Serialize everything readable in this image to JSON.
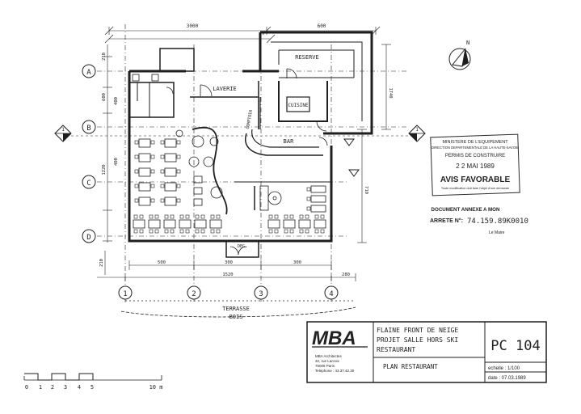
{
  "plan": {
    "dimensions_top": [
      "3000",
      "600"
    ],
    "dimensions_right": [
      "1740",
      "710"
    ],
    "dimensions_left": [
      "210",
      "600",
      "400",
      "1220",
      "400"
    ],
    "dimensions_bottom": [
      "500",
      "300",
      "300",
      "1520",
      "280",
      "210"
    ],
    "grid_rows": [
      "A",
      "B",
      "C",
      "D"
    ],
    "grid_cols": [
      "1",
      "2",
      "3",
      "4"
    ],
    "rooms": {
      "reserve": "RESERVE",
      "laverie": "LAVERIE",
      "cuisine": "CUISINE",
      "comptoir": "COMPTOIR",
      "bar": "BAR",
      "degagement": "DEG.",
      "terrasse_line1": "TERRASSE",
      "terrasse_line2": "BOIS"
    },
    "section_marker": "1",
    "north_label": "N",
    "scale_bar": {
      "ticks": [
        "0",
        "1",
        "2",
        "3",
        "4",
        "5"
      ],
      "end_label": "10 m"
    }
  },
  "stamp": {
    "line1": "MINISTERE DE L'EQUIPEMENT",
    "line2": "DIRECTION DEPARTEMENTALE DE LA HAUTE-SAVOIE",
    "line3": "PERMIS DE CONSTRUIRE",
    "date": "2 2 MAI 1989",
    "avis": "AVIS FAVORABLE",
    "note": "Toute modification doit faire l'objet d'une demande",
    "doc_annexe": "DOCUMENT ANNEXE A MON",
    "arrete_label": "ARRETE N°:",
    "arrete_number": "74.159.89K0010",
    "signature": "Le Maire"
  },
  "title_block": {
    "logo": "MBA",
    "firm_name": "MBA Architectes",
    "firm_street": "32, rue Lacroix",
    "firm_city": "75008 Paris",
    "firm_phone": "Telephone : 43.37.42.30",
    "project_line1": "FLAINE FRONT DE NEIGE",
    "project_line2": "PROJET SALLE HORS SKI",
    "project_line3": "RESTAURANT",
    "drawing_title": "PLAN RESTAURANT",
    "ref_code": "PC 104",
    "scale": "echelle : 1/100",
    "date": "date : 07.03.1989"
  },
  "colors": {
    "ink": "#1e1e1e",
    "paper": "#ffffff",
    "stamp_ink": "#2a2a2a"
  }
}
